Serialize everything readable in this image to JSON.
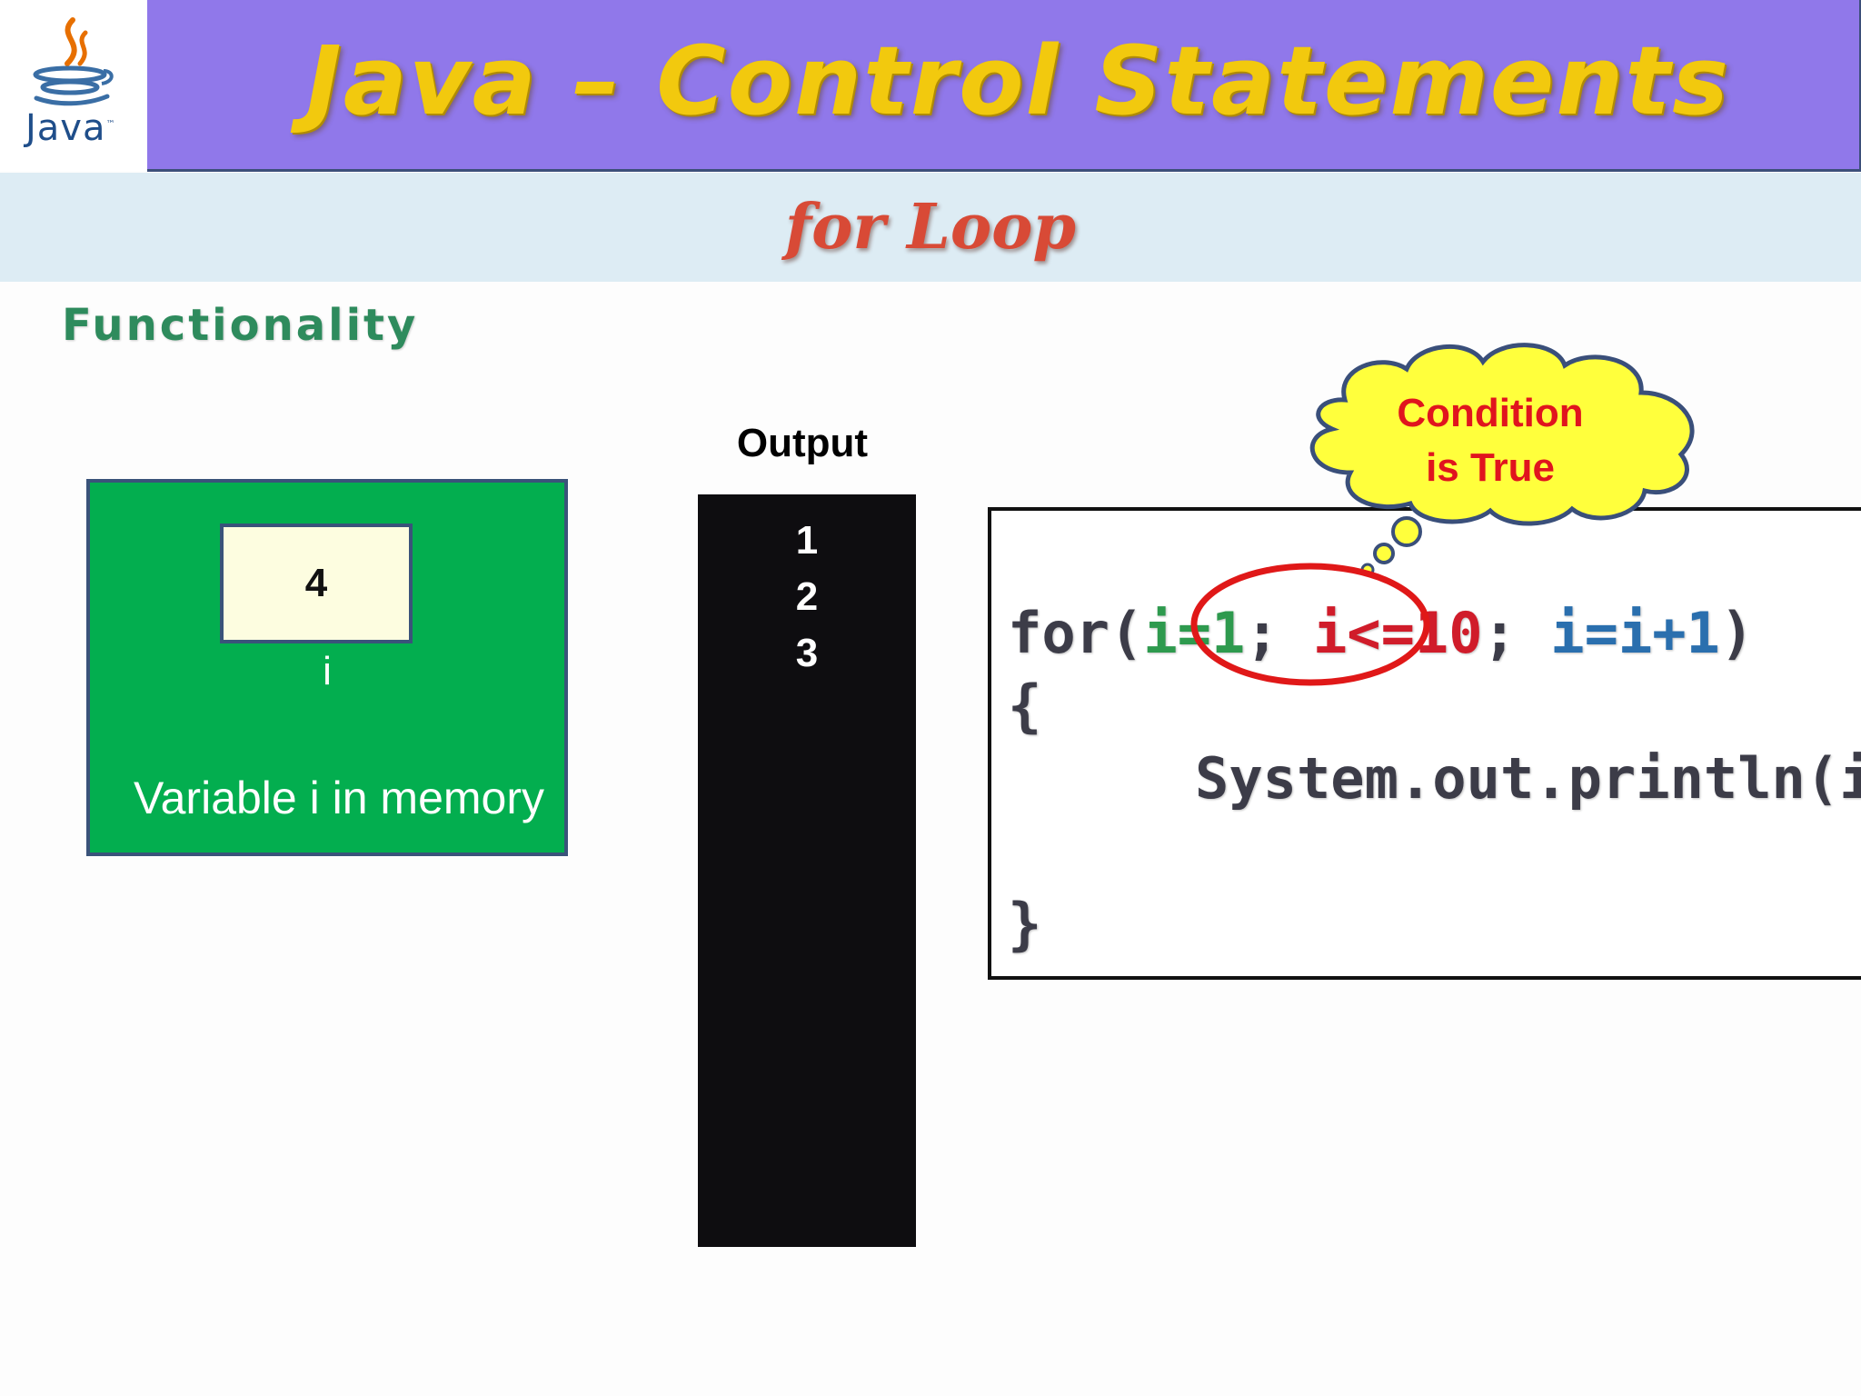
{
  "header": {
    "logo_text": "Java",
    "logo_tm": "™",
    "title": "Java – Control Statements"
  },
  "subheader": {
    "title": "for Loop"
  },
  "section": {
    "label": "Functionality"
  },
  "memory": {
    "value": "4",
    "variable": "i",
    "caption": "Variable i in memory"
  },
  "output": {
    "label": "Output",
    "lines": [
      "1",
      "2",
      "3"
    ]
  },
  "code": {
    "for_kw": "for(",
    "init": "i=1",
    "sep1": ";",
    "condition": " i<=10",
    "sep2": ";",
    "update": " i=i+1",
    "close_paren": ")",
    "open_brace": "{",
    "statement": "System.out.println(i);",
    "close_brace": "}"
  },
  "callout": {
    "line1": "Condition",
    "line2": "is True"
  },
  "colors": {
    "title_bar": "#9078ea",
    "title_text": "#f2c90e",
    "subheader_bg": "#ddecf4",
    "subheader_text": "#d84a36",
    "memory_bg": "#03ae4f",
    "output_bg": "#0e0d10",
    "highlight_ring": "#e01818",
    "cloud_fill": "#ffff3c"
  }
}
